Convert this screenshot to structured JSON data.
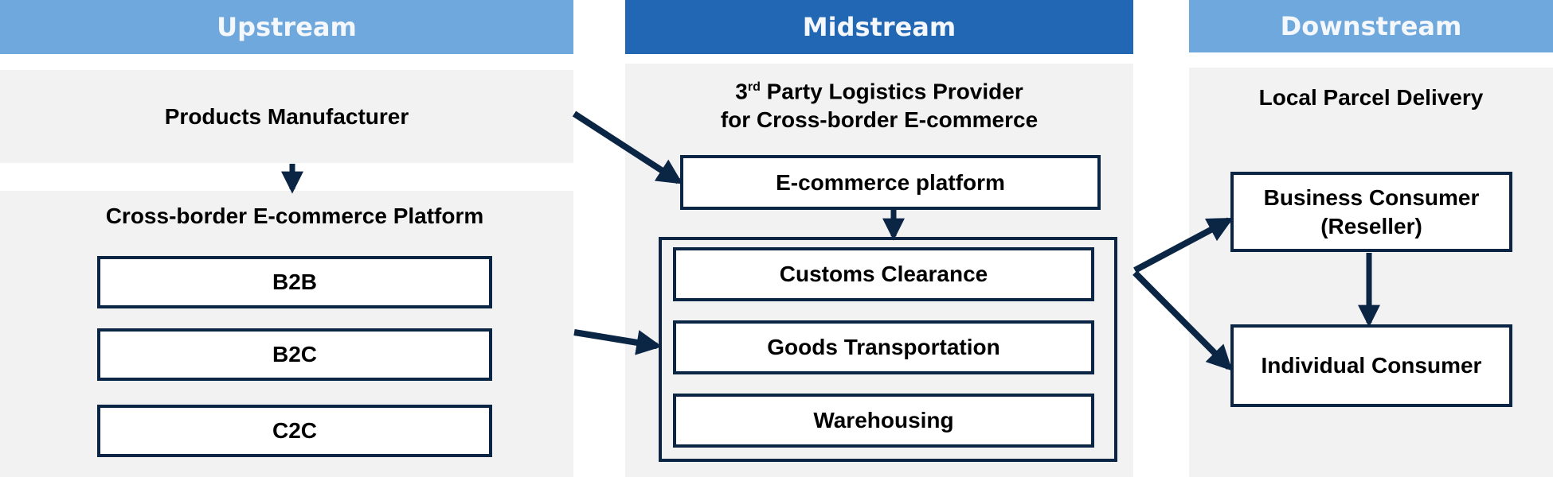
{
  "columns": {
    "upstream": {
      "header": "Upstream",
      "header_color": "#6fa8dc",
      "manufacturer": "Products Manufacturer",
      "platform_title": "Cross-border E-commerce Platform",
      "models": [
        "B2B",
        "B2C",
        "C2C"
      ]
    },
    "midstream": {
      "header": "Midstream",
      "header_color": "#2267b3",
      "title_ordinal_number": "3",
      "title_ordinal_suffix": "rd",
      "title_line1_rest": " Party Logistics Provider",
      "title_line2": "for Cross-border E-commerce",
      "ecommerce_platform": "E-commerce platform",
      "services": [
        "Customs Clearance",
        "Goods Transportation",
        "Warehousing"
      ]
    },
    "downstream": {
      "header": "Downstream",
      "header_color": "#6fa8dc",
      "title": "Local Parcel Delivery",
      "business_consumer_line1": "Business Consumer",
      "business_consumer_line2": "(Reseller)",
      "individual_consumer": "Individual Consumer"
    }
  },
  "colors": {
    "panel_background": "#f2f2f2",
    "box_border": "#0b2545",
    "arrow": "#0b2545"
  },
  "flows": [
    {
      "from": "Products Manufacturer",
      "to": "Cross-border E-commerce Platform"
    },
    {
      "from": "Products Manufacturer",
      "to": "E-commerce platform"
    },
    {
      "from": "Cross-border E-commerce Platform",
      "to": "3rd Party Logistics services"
    },
    {
      "from": "E-commerce platform",
      "to": "3rd Party Logistics services"
    },
    {
      "from": "3rd Party Logistics services",
      "to": "Business Consumer (Reseller)"
    },
    {
      "from": "3rd Party Logistics services",
      "to": "Individual Consumer"
    },
    {
      "from": "Business Consumer (Reseller)",
      "to": "Individual Consumer"
    }
  ]
}
